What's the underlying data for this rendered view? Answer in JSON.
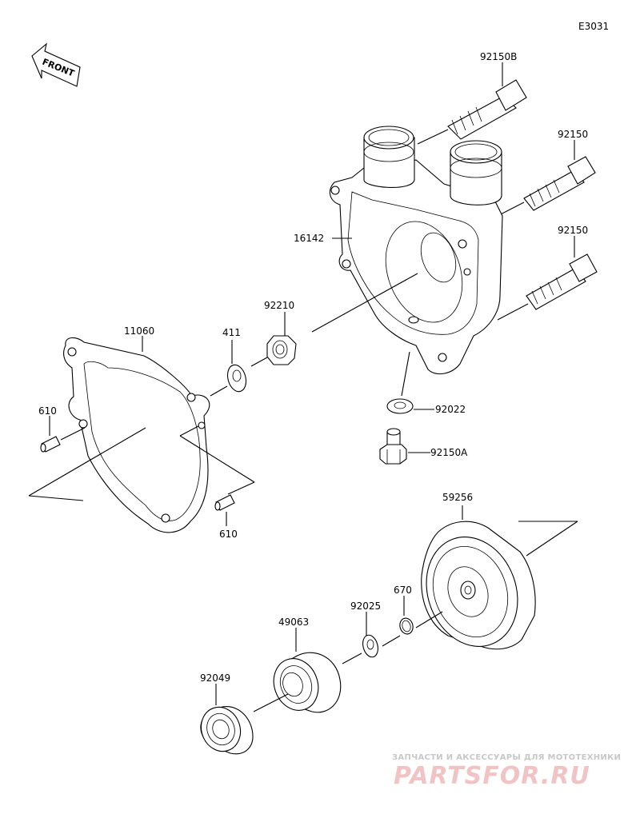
{
  "diagram_code": "E3031",
  "front_label": "FRONT",
  "part_numbers": {
    "bolt_b": "92150B",
    "bolt_upper": "92150",
    "bolt_lower": "92150",
    "cover": "16142",
    "nut": "92210",
    "washer_411": "411",
    "gasket": "11060",
    "dowel_left": "610",
    "dowel_bottom": "610",
    "washer_drain": "92022",
    "drain_bolt": "92150A",
    "impeller": "59256",
    "oring": "670",
    "washer_92025": "92025",
    "seal": "49063",
    "bearing": "92049"
  },
  "watermark": {
    "caption": "ЗАПЧАСТИ И АКСЕССУАРЫ ДЛЯ МОТОТЕХНИКИ",
    "logo": "PARTSFOR.RU"
  }
}
